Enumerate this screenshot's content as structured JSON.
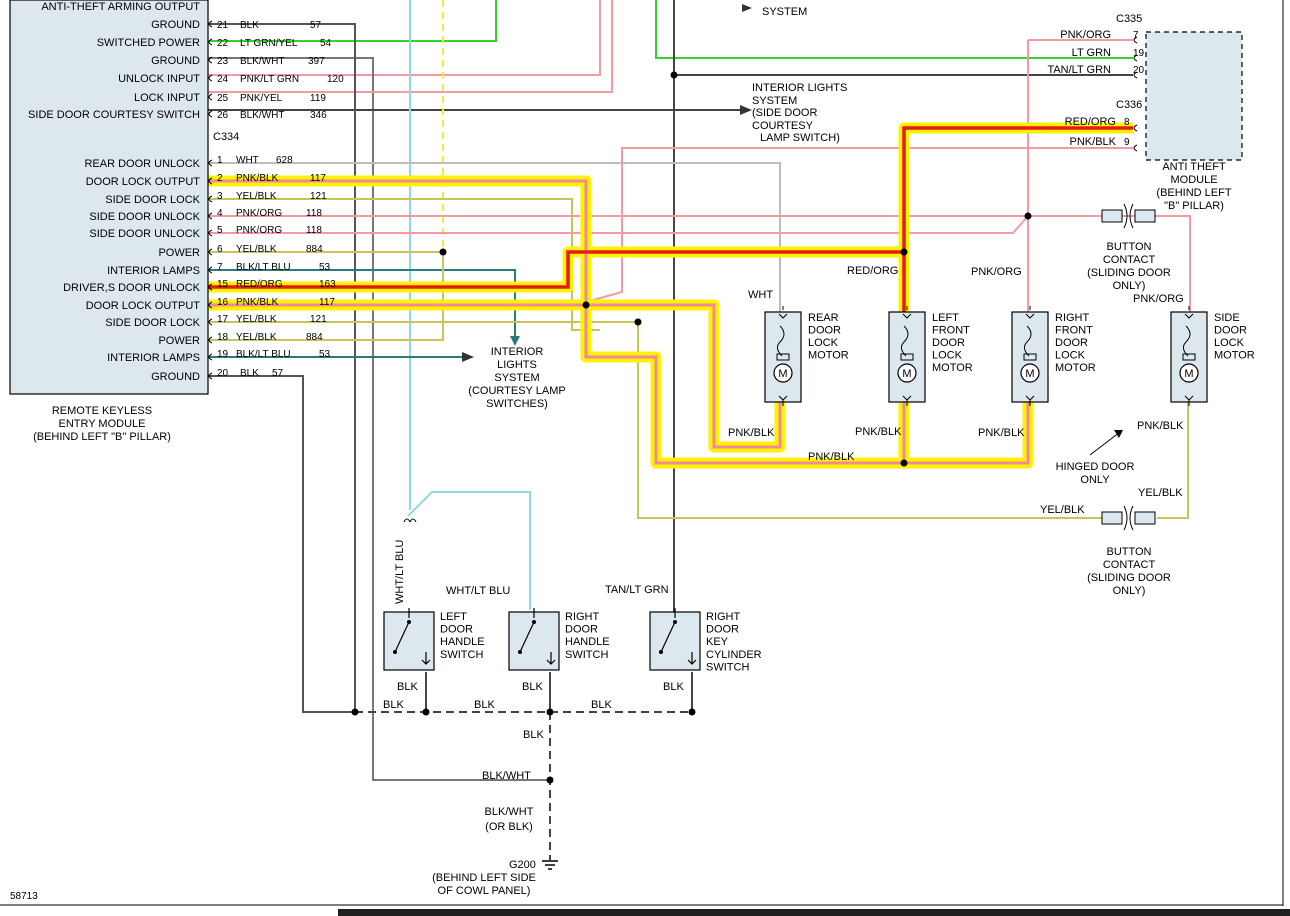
{
  "figure_id": "58713",
  "rke_module": {
    "label": [
      "REMOTE KEYLESS",
      "ENTRY MODULE",
      "(BEHIND LEFT \"B\" PILLAR)"
    ],
    "connector_c334": "C334",
    "top_pins": [
      {
        "function": "ANTI-THEFT ARMING OUTPUT",
        "pin": "",
        "color": "",
        "circuit": ""
      },
      {
        "function": "GROUND",
        "pin": "21",
        "color": "BLK",
        "circuit": "57"
      },
      {
        "function": "SWITCHED POWER",
        "pin": "22",
        "color": "LT GRN/YEL",
        "circuit": "54"
      },
      {
        "function": "GROUND",
        "pin": "23",
        "color": "BLK/WHT",
        "circuit": "397"
      },
      {
        "function": "UNLOCK INPUT",
        "pin": "24",
        "color": "PNK/LT GRN",
        "circuit": "120"
      },
      {
        "function": "LOCK INPUT",
        "pin": "25",
        "color": "PNK/YEL",
        "circuit": "119"
      },
      {
        "function": "SIDE DOOR COURTESY SWITCH",
        "pin": "26",
        "color": "BLK/WHT",
        "circuit": "346"
      }
    ],
    "c334_pins": [
      {
        "function": "REAR DOOR UNLOCK",
        "pin": "1",
        "color": "WHT",
        "circuit": "628"
      },
      {
        "function": "DOOR LOCK OUTPUT",
        "pin": "2",
        "color": "PNK/BLK",
        "circuit": "117"
      },
      {
        "function": "SIDE DOOR LOCK",
        "pin": "3",
        "color": "YEL/BLK",
        "circuit": "121"
      },
      {
        "function": "SIDE DOOR UNLOCK",
        "pin": "4",
        "color": "PNK/ORG",
        "circuit": "118"
      },
      {
        "function": "SIDE DOOR UNLOCK",
        "pin": "5",
        "color": "PNK/ORG",
        "circuit": "118"
      },
      {
        "function": "POWER",
        "pin": "6",
        "color": "YEL/BLK",
        "circuit": "884"
      },
      {
        "function": "INTERIOR LAMPS",
        "pin": "7",
        "color": "BLK/LT BLU",
        "circuit": "53"
      },
      {
        "function": "DRIVER,S DOOR UNLOCK",
        "pin": "15",
        "color": "RED/ORG",
        "circuit": "163"
      },
      {
        "function": "DOOR LOCK OUTPUT",
        "pin": "16",
        "color": "PNK/BLK",
        "circuit": "117"
      },
      {
        "function": "SIDE DOOR LOCK",
        "pin": "17",
        "color": "YEL/BLK",
        "circuit": "121"
      },
      {
        "function": "POWER",
        "pin": "18",
        "color": "YEL/BLK",
        "circuit": "884"
      },
      {
        "function": "INTERIOR LAMPS",
        "pin": "19",
        "color": "BLK/LT BLU",
        "circuit": "53"
      },
      {
        "function": "GROUND",
        "pin": "20",
        "color": "BLK",
        "circuit": "57"
      }
    ]
  },
  "anti_theft_module": {
    "label": [
      "ANTI THEFT",
      "MODULE",
      "(BEHIND LEFT",
      "\"B\" PILLAR)"
    ],
    "connector_c335": "C335",
    "c335_pins": [
      {
        "color": "PNK/ORG",
        "pin": "7"
      },
      {
        "color": "LT GRN",
        "pin": "19"
      },
      {
        "color": "TAN/LT GRN",
        "pin": "20"
      }
    ],
    "connector_c336": "C336",
    "c336_pins": [
      {
        "color": "RED/ORG",
        "pin": "8"
      },
      {
        "color": "PNK/BLK",
        "pin": "9"
      }
    ]
  },
  "system_labels": {
    "top_system": "SYSTEM",
    "interior_lights_top": [
      "INTERIOR LIGHTS",
      "SYSTEM",
      "(SIDE DOOR",
      "COURTESY",
      "LAMP SWITCH)"
    ],
    "interior_lights_mid": [
      "INTERIOR",
      "LIGHTS",
      "SYSTEM",
      "(COURTESY LAMP",
      "SWITCHES)"
    ]
  },
  "motors": [
    {
      "label": [
        "REAR",
        "DOOR",
        "LOCK",
        "MOTOR"
      ],
      "top_wire": "WHT",
      "bottom_wire": "PNK/BLK"
    },
    {
      "label": [
        "LEFT",
        "FRONT",
        "DOOR",
        "LOCK",
        "MOTOR"
      ],
      "top_wire": "RED/ORG",
      "bottom_wire": "PNK/BLK"
    },
    {
      "label": [
        "RIGHT",
        "FRONT",
        "DOOR",
        "LOCK",
        "MOTOR"
      ],
      "top_wire": "PNK/ORG",
      "bottom_wire": "PNK/BLK"
    },
    {
      "label": [
        "SIDE",
        "DOOR",
        "LOCK",
        "MOTOR"
      ],
      "top_wire": "PNK/ORG",
      "bottom_wire": "PNK/BLK"
    }
  ],
  "motor_symbol": "M",
  "bus_label_pnk_blk": "PNK/BLK",
  "button_contact": [
    "BUTTON",
    "CONTACT",
    "(SLIDING DOOR",
    "ONLY)"
  ],
  "hinged_door": [
    "HINGED DOOR",
    "ONLY"
  ],
  "yel_blk_labels": {
    "left": "YEL/BLK",
    "right": "YEL/BLK"
  },
  "switches": [
    {
      "label": [
        "LEFT",
        "DOOR",
        "HANDLE",
        "SWITCH"
      ],
      "wire": "WHT/LT BLU",
      "ground": "BLK"
    },
    {
      "label": [
        "RIGHT",
        "DOOR",
        "HANDLE",
        "SWITCH"
      ],
      "wire": "WHT/LT BLU",
      "ground": "BLK"
    },
    {
      "label": [
        "RIGHT",
        "DOOR",
        "KEY",
        "CYLINDER",
        "SWITCH"
      ],
      "wire": "TAN/LT GRN",
      "ground": "BLK"
    }
  ],
  "ground_bus": {
    "blk_labels": [
      "BLK",
      "BLK",
      "BLK",
      "BLK"
    ],
    "blk_wht": "BLK/WHT",
    "lower": [
      "BLK/WHT",
      "(OR BLK)"
    ],
    "ground_point": [
      "G200",
      "(BEHIND LEFT SIDE",
      "OF COWL PANEL)"
    ]
  },
  "wire_colors": {
    "pink": "#f49aa5",
    "green": "#35d12e",
    "yellow_dashed": "#f2ea3c",
    "light_blue": "#8fd8e6",
    "gray_dark": "#555555",
    "gray_light": "#bdbdbd",
    "teal": "#2c7b7b",
    "olive_yellow": "#c9c45a",
    "highlight_yellow": "#fff200",
    "highlight_red": "#e51b1b"
  }
}
